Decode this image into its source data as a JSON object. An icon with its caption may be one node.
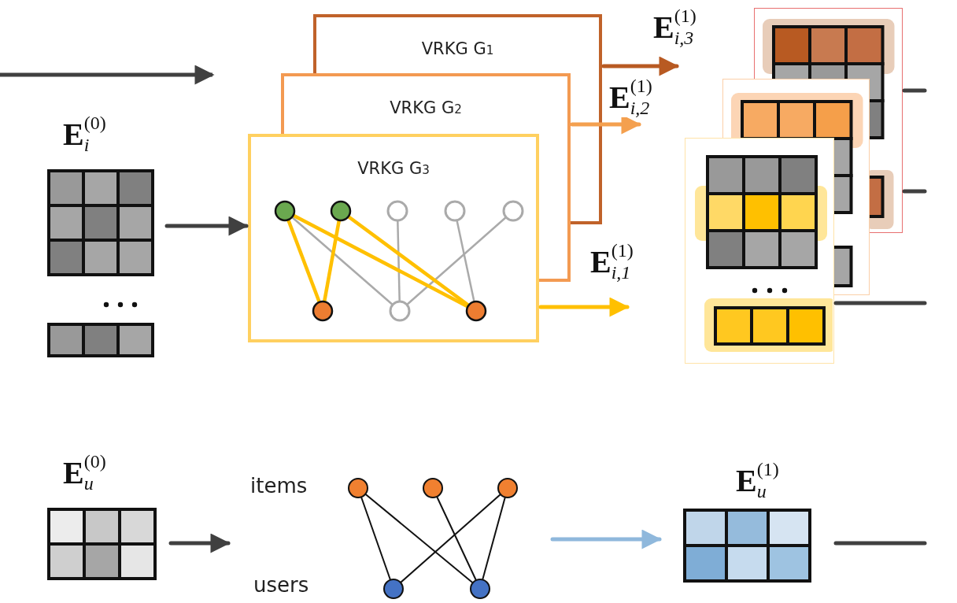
{
  "diagram": {
    "nodes": [
      {
        "text": [
          "**E**$_{i}$$^{(0)}$"
        ]
      },
      {
        "text": [
          "VRKG G$_{1}$"
        ]
      },
      {
        "text": [
          "VRKG G$_{2}$"
        ]
      },
      {
        "text": [
          "VRKG G$_{3}$"
        ]
      },
      {
        "text": [],
        "shape": "box"
      },
      {
        "text": [],
        "shape": "box"
      },
      {
        "text": [],
        "shape": "box"
      },
      {
        "text": [
          "**E**$_{u}$$^{(0)}$"
        ]
      },
      {
        "text": [
          "items",
          "users"
        ]
      },
      {
        "text": [
          "**E**$_{u}$$^{(1)}$"
        ]
      }
    ],
    "edges": [
      {
        "from": 0,
        "to": 3,
        "arrow": "to"
      },
      {
        "from": 1,
        "to": null,
        "arrow": "to",
        "label": "**E**$_{i,3}$$^{(1)}$",
        "color": "#b85a22"
      },
      {
        "from": 2,
        "to": null,
        "arrow": "to",
        "label": "**E**$_{i,2}$$^{(1)}$",
        "color": "#f4a04f"
      },
      {
        "from": 3,
        "to": null,
        "arrow": "to",
        "label": "**E**$_{i,1}$$^{(1)}$",
        "color": "#ffc000"
      },
      {
        "from": 4,
        "to": null,
        "arrow": "none"
      },
      {
        "from": 4,
        "to": null,
        "arrow": "none"
      },
      {
        "from": 6,
        "to": null,
        "arrow": "none"
      },
      {
        "from": 7,
        "to": 8,
        "arrow": "to"
      },
      {
        "from": 8,
        "to": 9,
        "arrow": "to",
        "color": "#8fb8dc"
      },
      {
        "from": 9,
        "to": null,
        "arrow": "none"
      }
    ]
  }
}
